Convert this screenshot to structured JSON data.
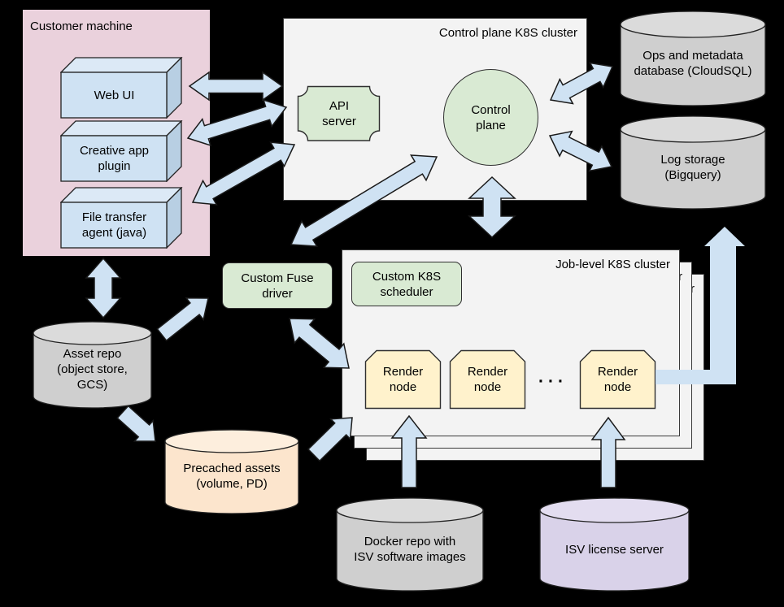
{
  "diagram": {
    "customer": {
      "title": "Customer machine",
      "boxes": [
        {
          "label": "Web UI"
        },
        {
          "label": "Creative app plugin"
        },
        {
          "label": "File transfer agent (java)"
        }
      ]
    },
    "control_cluster": {
      "title": "Control plane K8S cluster",
      "api_server": "API server",
      "control_plane": "Control plane"
    },
    "databases": {
      "ops": "Ops and metadata database (CloudSQL)",
      "logs": "Log storage (Bigquery)"
    },
    "fuse_driver": "Custom Fuse driver",
    "job_cluster": {
      "title": "Job-level K8S cluster",
      "scheduler": "Custom K8S scheduler",
      "render_nodes": [
        "Render node",
        "Render node",
        "Render node"
      ],
      "ellipsis": "···"
    },
    "storage": {
      "asset_repo": "Asset repo (object store, GCS)",
      "precached": "Precached assets (volume, PD)",
      "docker": "Docker repo with ISV software images",
      "isv": "ISV license server"
    },
    "colors": {
      "customer_bg": "#ead1dc",
      "blue_fill": "#cfe2f3",
      "blue_top": "#dce9f6",
      "blue_side": "#b8cfe3",
      "green": "#d9ead3",
      "yellow": "#fff2cc",
      "cluster_bg": "#f3f3f3",
      "gray_body": "#cfcfcf",
      "gray_top": "#dbdbdb",
      "peach_body": "#fce5cd",
      "peach_top": "#fdeedd",
      "purple_body": "#d9d2e9",
      "purple_top": "#e3ddf0",
      "arrow": "#cfe2f3",
      "arrow_stroke": "#1a1a1a"
    }
  }
}
